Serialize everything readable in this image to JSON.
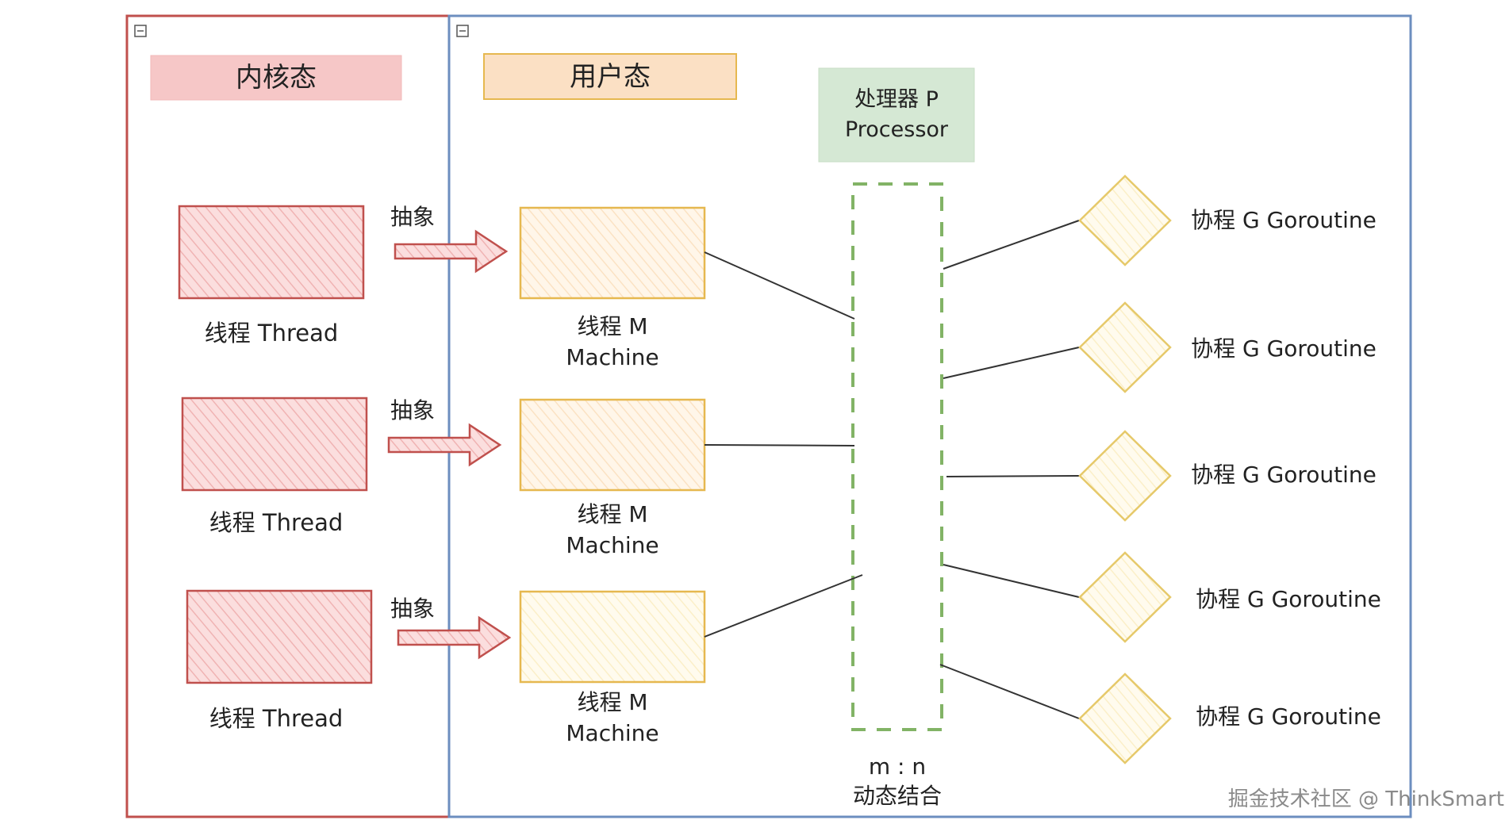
{
  "kernel_section": {
    "title": "内核态"
  },
  "user_section": {
    "title": "用户态"
  },
  "processor": {
    "line1": "处理器 P",
    "line2": "Processor"
  },
  "threads": [
    {
      "label": "线程 Thread"
    },
    {
      "label": "线程 Thread"
    },
    {
      "label": "线程 Thread"
    }
  ],
  "abstraction_label": "抽象",
  "machines": [
    {
      "line1": "线程 M",
      "line2": "Machine"
    },
    {
      "line1": "线程 M",
      "line2": "Machine"
    },
    {
      "line1": "线程 M",
      "line2": "Machine"
    }
  ],
  "goroutines": [
    {
      "label": "协程 G Goroutine"
    },
    {
      "label": "协程 G Goroutine"
    },
    {
      "label": "协程 G Goroutine"
    },
    {
      "label": "协程 G Goroutine"
    },
    {
      "label": "协程 G Goroutine"
    }
  ],
  "ratio": {
    "line1": "m : n",
    "line2": "动态结合"
  },
  "watermark": "掘金技术社区 @ ThinkSmart",
  "colors": {
    "kernel_border": "#c0504d",
    "kernel_fill": "#f6c7c7",
    "user_border": "#6c8ebf",
    "user_title_fill": "#fbe0c4",
    "user_title_border": "#e6b84f",
    "machine_fill": "#fff2df",
    "machine_border": "#e6b84f",
    "processor_fill": "#d5e8d4",
    "processor_border": "#82b366",
    "goroutine_fill": "#fff8e3",
    "goroutine_border": "#e6c96a",
    "line": "#333333"
  }
}
